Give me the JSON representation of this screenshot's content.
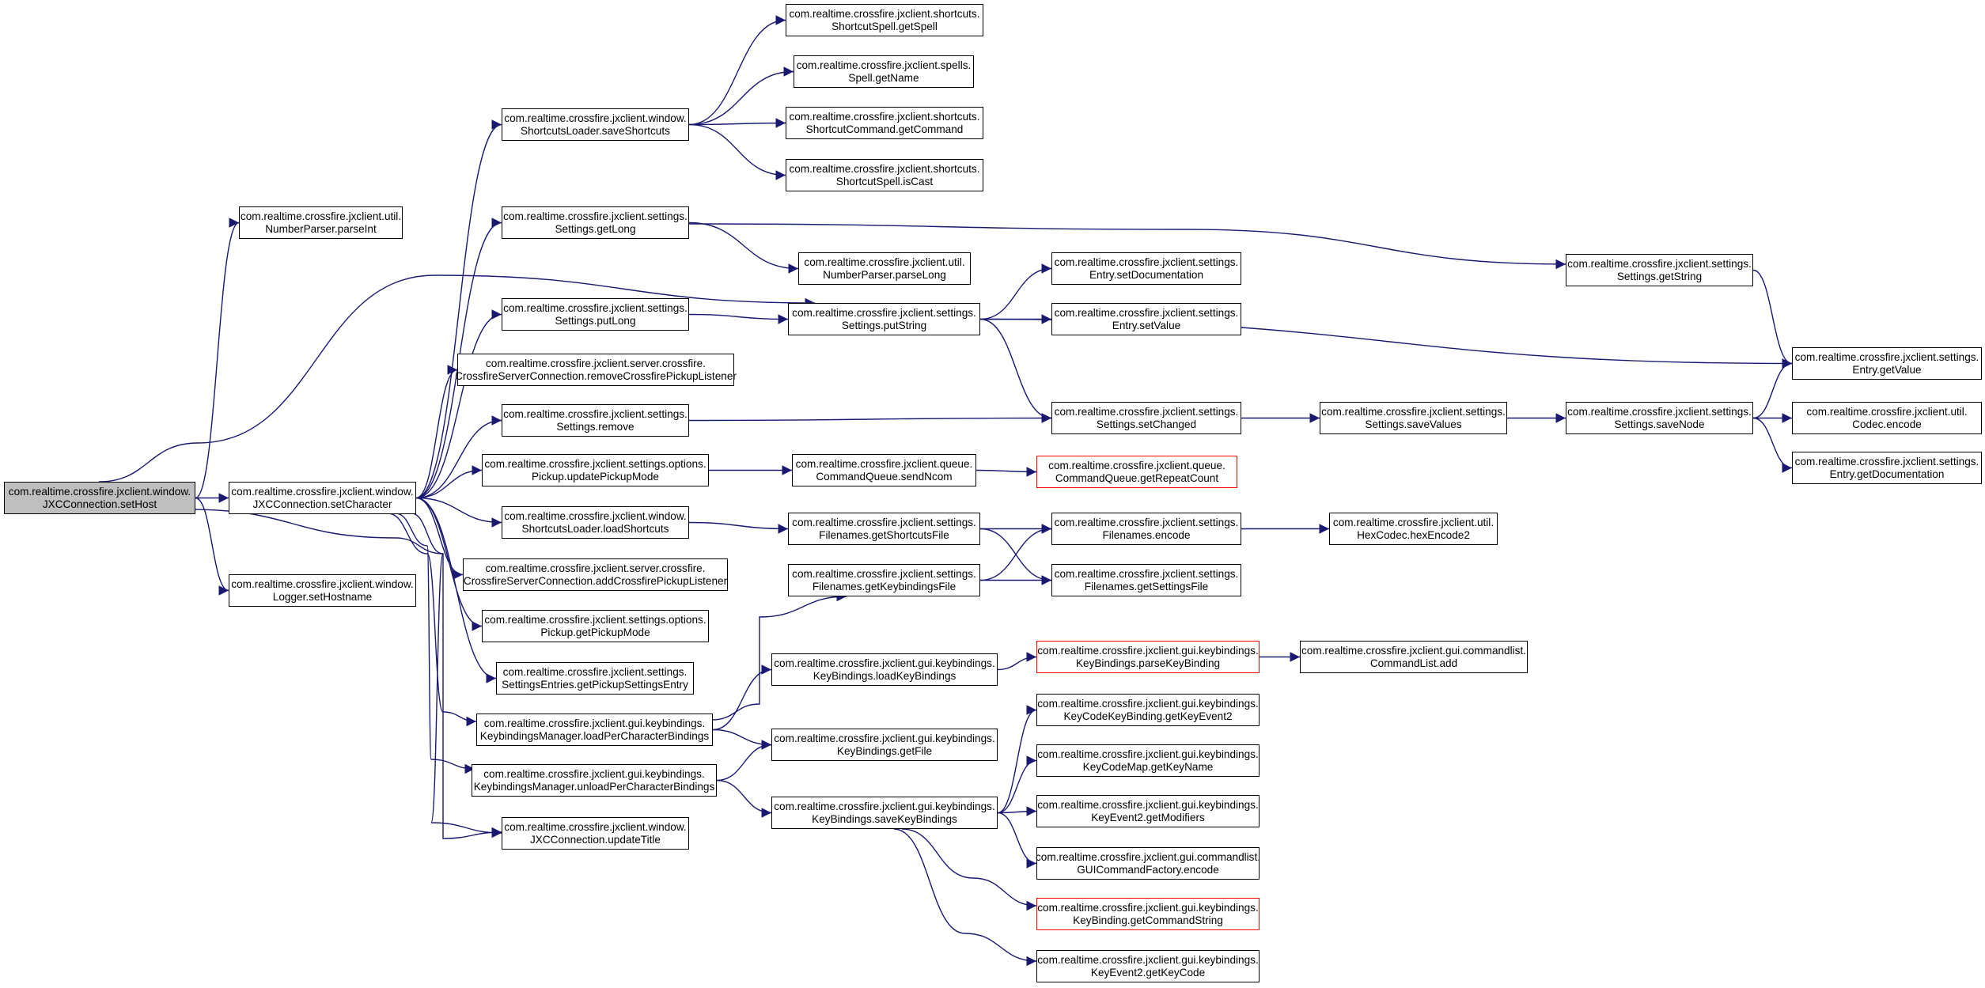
{
  "colors": {
    "edge": "#191970",
    "border": "#000000",
    "root_fill": "#bfbfbf",
    "truncated_border": "#ff0000"
  },
  "nodes": [
    {
      "id": "setHost",
      "lines": [
        "com.realtime.crossfire.jxclient.window.",
        "JXCConnection.setHost"
      ],
      "root": true
    },
    {
      "id": "parseInt",
      "lines": [
        "com.realtime.crossfire.jxclient.util.",
        "NumberParser.parseInt"
      ]
    },
    {
      "id": "setCharacter",
      "lines": [
        "com.realtime.crossfire.jxclient.window.",
        "JXCConnection.setCharacter"
      ]
    },
    {
      "id": "setHostname",
      "lines": [
        "com.realtime.crossfire.jxclient.window.",
        "Logger.setHostname"
      ]
    },
    {
      "id": "saveShortcuts",
      "lines": [
        "com.realtime.crossfire.jxclient.window.",
        "ShortcutsLoader.saveShortcuts"
      ]
    },
    {
      "id": "getLong",
      "lines": [
        "com.realtime.crossfire.jxclient.settings.",
        "Settings.getLong"
      ]
    },
    {
      "id": "putLong",
      "lines": [
        "com.realtime.crossfire.jxclient.settings.",
        "Settings.putLong"
      ]
    },
    {
      "id": "removeCPL",
      "lines": [
        "com.realtime.crossfire.jxclient.server.crossfire.",
        "CrossfireServerConnection.removeCrossfirePickupListener"
      ]
    },
    {
      "id": "remove",
      "lines": [
        "com.realtime.crossfire.jxclient.settings.",
        "Settings.remove"
      ]
    },
    {
      "id": "updatePickupMode",
      "lines": [
        "com.realtime.crossfire.jxclient.settings.options.",
        "Pickup.updatePickupMode"
      ]
    },
    {
      "id": "loadShortcuts",
      "lines": [
        "com.realtime.crossfire.jxclient.window.",
        "ShortcutsLoader.loadShortcuts"
      ]
    },
    {
      "id": "addCPL",
      "lines": [
        "com.realtime.crossfire.jxclient.server.crossfire.",
        "CrossfireServerConnection.addCrossfirePickupListener"
      ]
    },
    {
      "id": "getPickupMode",
      "lines": [
        "com.realtime.crossfire.jxclient.settings.options.",
        "Pickup.getPickupMode"
      ]
    },
    {
      "id": "getPSE",
      "lines": [
        "com.realtime.crossfire.jxclient.settings.",
        "SettingsEntries.getPickupSettingsEntry"
      ]
    },
    {
      "id": "loadPCB",
      "lines": [
        "com.realtime.crossfire.jxclient.gui.keybindings.",
        "KeybindingsManager.loadPerCharacterBindings"
      ]
    },
    {
      "id": "unloadPCB",
      "lines": [
        "com.realtime.crossfire.jxclient.gui.keybindings.",
        "KeybindingsManager.unloadPerCharacterBindings"
      ]
    },
    {
      "id": "updateTitle",
      "lines": [
        "com.realtime.crossfire.jxclient.window.",
        "JXCConnection.updateTitle"
      ]
    },
    {
      "id": "getSpell",
      "lines": [
        "com.realtime.crossfire.jxclient.shortcuts.",
        "ShortcutSpell.getSpell"
      ]
    },
    {
      "id": "spellGetName",
      "lines": [
        "com.realtime.crossfire.jxclient.spells.",
        "Spell.getName"
      ]
    },
    {
      "id": "getCommand",
      "lines": [
        "com.realtime.crossfire.jxclient.shortcuts.",
        "ShortcutCommand.getCommand"
      ]
    },
    {
      "id": "isCast",
      "lines": [
        "com.realtime.crossfire.jxclient.shortcuts.",
        "ShortcutSpell.isCast"
      ]
    },
    {
      "id": "parseLong",
      "lines": [
        "com.realtime.crossfire.jxclient.util.",
        "NumberParser.parseLong"
      ]
    },
    {
      "id": "putString",
      "lines": [
        "com.realtime.crossfire.jxclient.settings.",
        "Settings.putString"
      ]
    },
    {
      "id": "sendNcom",
      "lines": [
        "com.realtime.crossfire.jxclient.queue.",
        "CommandQueue.sendNcom"
      ]
    },
    {
      "id": "getShortcutsFile",
      "lines": [
        "com.realtime.crossfire.jxclient.settings.",
        "Filenames.getShortcutsFile"
      ]
    },
    {
      "id": "getKeybindingsFile",
      "lines": [
        "com.realtime.crossfire.jxclient.settings.",
        "Filenames.getKeybindingsFile"
      ]
    },
    {
      "id": "loadKeyBindings",
      "lines": [
        "com.realtime.crossfire.jxclient.gui.keybindings.",
        "KeyBindings.loadKeyBindings"
      ]
    },
    {
      "id": "kbGetFile",
      "lines": [
        "com.realtime.crossfire.jxclient.gui.keybindings.",
        "KeyBindings.getFile"
      ]
    },
    {
      "id": "saveKeyBindings",
      "lines": [
        "com.realtime.crossfire.jxclient.gui.keybindings.",
        "KeyBindings.saveKeyBindings"
      ]
    },
    {
      "id": "setDocumentation",
      "lines": [
        "com.realtime.crossfire.jxclient.settings.",
        "Entry.setDocumentation"
      ]
    },
    {
      "id": "setValue",
      "lines": [
        "com.realtime.crossfire.jxclient.settings.",
        "Entry.setValue"
      ]
    },
    {
      "id": "setChanged",
      "lines": [
        "com.realtime.crossfire.jxclient.settings.",
        "Settings.setChanged"
      ]
    },
    {
      "id": "getRepeatCount",
      "lines": [
        "com.realtime.crossfire.jxclient.queue.",
        "CommandQueue.getRepeatCount"
      ],
      "truncated": true
    },
    {
      "id": "fnEncode",
      "lines": [
        "com.realtime.crossfire.jxclient.settings.",
        "Filenames.encode"
      ]
    },
    {
      "id": "getSettingsFile",
      "lines": [
        "com.realtime.crossfire.jxclient.settings.",
        "Filenames.getSettingsFile"
      ]
    },
    {
      "id": "parseKeyBinding",
      "lines": [
        "com.realtime.crossfire.jxclient.gui.keybindings.",
        "KeyBindings.parseKeyBinding"
      ],
      "truncated": true
    },
    {
      "id": "getKeyEvent2",
      "lines": [
        "com.realtime.crossfire.jxclient.gui.keybindings.",
        "KeyCodeKeyBinding.getKeyEvent2"
      ]
    },
    {
      "id": "getKeyName",
      "lines": [
        "com.realtime.crossfire.jxclient.gui.keybindings.",
        "KeyCodeMap.getKeyName"
      ]
    },
    {
      "id": "getModifiers",
      "lines": [
        "com.realtime.crossfire.jxclient.gui.keybindings.",
        "KeyEvent2.getModifiers"
      ]
    },
    {
      "id": "guiEncode",
      "lines": [
        "com.realtime.crossfire.jxclient.gui.commandlist.",
        "GUICommandFactory.encode"
      ]
    },
    {
      "id": "getCommandString",
      "lines": [
        "com.realtime.crossfire.jxclient.gui.keybindings.",
        "KeyBinding.getCommandString"
      ],
      "truncated": true
    },
    {
      "id": "getKeyCode",
      "lines": [
        "com.realtime.crossfire.jxclient.gui.keybindings.",
        "KeyEvent2.getKeyCode"
      ]
    },
    {
      "id": "getString",
      "lines": [
        "com.realtime.crossfire.jxclient.settings.",
        "Settings.getString"
      ]
    },
    {
      "id": "saveValues",
      "lines": [
        "com.realtime.crossfire.jxclient.settings.",
        "Settings.saveValues"
      ]
    },
    {
      "id": "hexEncode2",
      "lines": [
        "com.realtime.crossfire.jxclient.util.",
        "HexCodec.hexEncode2"
      ]
    },
    {
      "id": "cmdListAdd",
      "lines": [
        "com.realtime.crossfire.jxclient.gui.commandlist.",
        "CommandList.add"
      ]
    },
    {
      "id": "saveNode",
      "lines": [
        "com.realtime.crossfire.jxclient.settings.",
        "Settings.saveNode"
      ]
    },
    {
      "id": "getValue",
      "lines": [
        "com.realtime.crossfire.jxclient.settings.",
        "Entry.getValue"
      ]
    },
    {
      "id": "codecEncode",
      "lines": [
        "com.realtime.crossfire.jxclient.util.",
        "Codec.encode"
      ]
    },
    {
      "id": "getDocumentation",
      "lines": [
        "com.realtime.crossfire.jxclient.settings.",
        "Entry.getDocumentation"
      ]
    }
  ],
  "edges": [
    [
      "setHost",
      "parseInt"
    ],
    [
      "setHost",
      "putString"
    ],
    [
      "setHost",
      "setCharacter"
    ],
    [
      "setHost",
      "setHostname"
    ],
    [
      "setHost",
      "updateTitle"
    ],
    [
      "setCharacter",
      "saveShortcuts"
    ],
    [
      "setCharacter",
      "getLong"
    ],
    [
      "setCharacter",
      "putLong"
    ],
    [
      "setCharacter",
      "removeCPL"
    ],
    [
      "setCharacter",
      "remove"
    ],
    [
      "setCharacter",
      "updatePickupMode"
    ],
    [
      "setCharacter",
      "loadShortcuts"
    ],
    [
      "setCharacter",
      "addCPL"
    ],
    [
      "setCharacter",
      "getPickupMode"
    ],
    [
      "setCharacter",
      "getPSE"
    ],
    [
      "setCharacter",
      "loadPCB"
    ],
    [
      "setCharacter",
      "unloadPCB"
    ],
    [
      "setCharacter",
      "updateTitle"
    ],
    [
      "saveShortcuts",
      "getSpell"
    ],
    [
      "saveShortcuts",
      "spellGetName"
    ],
    [
      "saveShortcuts",
      "getCommand"
    ],
    [
      "saveShortcuts",
      "isCast"
    ],
    [
      "getLong",
      "parseLong"
    ],
    [
      "getLong",
      "getString"
    ],
    [
      "putLong",
      "putString"
    ],
    [
      "remove",
      "setChanged"
    ],
    [
      "updatePickupMode",
      "sendNcom"
    ],
    [
      "sendNcom",
      "getRepeatCount"
    ],
    [
      "loadShortcuts",
      "getShortcutsFile"
    ],
    [
      "loadPCB",
      "getKeybindingsFile"
    ],
    [
      "loadPCB",
      "loadKeyBindings"
    ],
    [
      "loadPCB",
      "kbGetFile"
    ],
    [
      "unloadPCB",
      "kbGetFile"
    ],
    [
      "unloadPCB",
      "saveKeyBindings"
    ],
    [
      "putString",
      "setDocumentation"
    ],
    [
      "putString",
      "setValue"
    ],
    [
      "putString",
      "setChanged"
    ],
    [
      "putString",
      "getValue"
    ],
    [
      "getShortcutsFile",
      "fnEncode"
    ],
    [
      "getShortcutsFile",
      "getSettingsFile"
    ],
    [
      "getKeybindingsFile",
      "fnEncode"
    ],
    [
      "getKeybindingsFile",
      "getSettingsFile"
    ],
    [
      "loadKeyBindings",
      "parseKeyBinding"
    ],
    [
      "parseKeyBinding",
      "cmdListAdd"
    ],
    [
      "saveKeyBindings",
      "getKeyEvent2"
    ],
    [
      "saveKeyBindings",
      "getKeyName"
    ],
    [
      "saveKeyBindings",
      "getModifiers"
    ],
    [
      "saveKeyBindings",
      "guiEncode"
    ],
    [
      "saveKeyBindings",
      "getCommandString"
    ],
    [
      "saveKeyBindings",
      "getKeyCode"
    ],
    [
      "setChanged",
      "saveValues"
    ],
    [
      "fnEncode",
      "hexEncode2"
    ],
    [
      "getString",
      "getValue"
    ],
    [
      "saveValues",
      "saveNode"
    ],
    [
      "saveNode",
      "getValue"
    ],
    [
      "saveNode",
      "codecEncode"
    ],
    [
      "saveNode",
      "getDocumentation"
    ]
  ]
}
